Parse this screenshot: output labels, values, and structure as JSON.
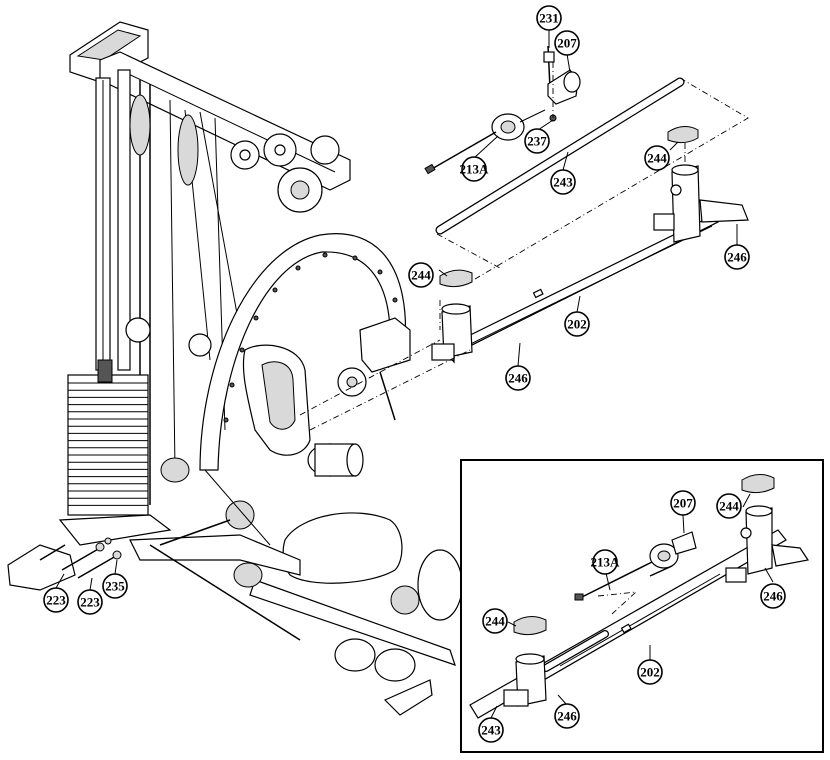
{
  "callouts": {
    "p231": "231",
    "p207": "207",
    "p237": "237",
    "p213a": "213A",
    "p243": "243",
    "p244a": "244",
    "p246a": "246",
    "p244b": "244",
    "p202": "202",
    "p246b": "246",
    "p223a": "223",
    "p223b": "223",
    "p235": "235"
  },
  "inset_callouts": {
    "p207": "207",
    "p244a": "244",
    "p213a": "213A",
    "p246a": "246",
    "p244b": "244",
    "p202": "202",
    "p246b": "246",
    "p243": "243"
  }
}
